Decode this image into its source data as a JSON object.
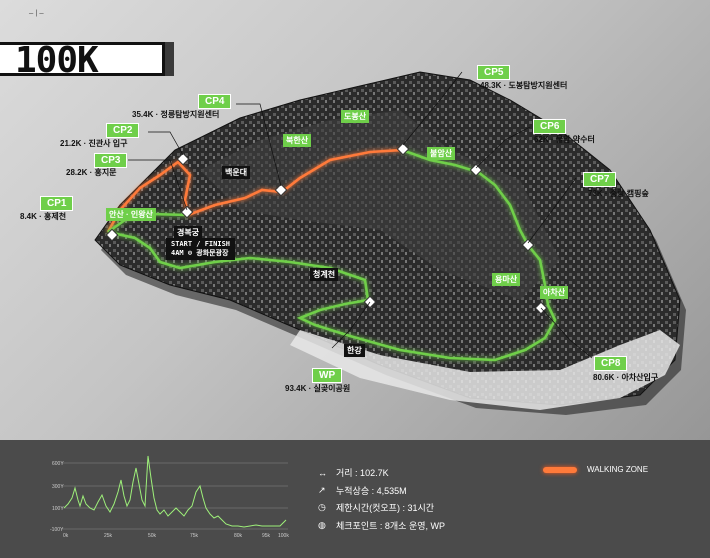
{
  "header": {
    "logo_text": "—|—",
    "title": "100K"
  },
  "checkpoints": [
    {
      "id": "cp1",
      "tag": "CP1",
      "desc": "8.4K · 홍제천"
    },
    {
      "id": "cp2",
      "tag": "CP2",
      "desc": "21.2K · 진관사 입구"
    },
    {
      "id": "cp3",
      "tag": "CP3",
      "desc": "28.2K · 홍지문"
    },
    {
      "id": "cp4",
      "tag": "CP4",
      "desc": "35.4K · 정릉탐방지원센터"
    },
    {
      "id": "cp5",
      "tag": "CP5",
      "desc": "48.3K · 도봉탐방지원센터"
    },
    {
      "id": "cp6",
      "tag": "CP6",
      "desc": "62K · 물암 약수터"
    },
    {
      "id": "cp7",
      "tag": "CP7",
      "desc": "73K · 중랑 캠핑숲"
    },
    {
      "id": "cp8",
      "tag": "CP8",
      "desc": "80.6K · 아차산입구"
    },
    {
      "id": "wp",
      "tag": "WP",
      "desc": "93.4K · 실곶이공원"
    }
  ],
  "places": {
    "ansan": "안산 · 인왕산",
    "gyeongbok": "경복궁",
    "baegundae": "백운대",
    "bukhansan": "북한산",
    "dobongsan": "도봉산",
    "buramsan": "불암산",
    "yongmasan": "용마산",
    "achasan": "아차산",
    "cheonggye": "청계천",
    "hangang": "한강"
  },
  "start": {
    "line1": "START / FINISH",
    "line2": "4AM ⊙ 광화문광장"
  },
  "elevation": {
    "y_labels": [
      "600Y",
      "300Y",
      "100Y",
      "-100Y"
    ],
    "x_labels": [
      "0k",
      "25k",
      "50k",
      "75k",
      "80k",
      "95k",
      "100k"
    ]
  },
  "stats": [
    {
      "icon": "↔",
      "text": "거리 : 102.7K"
    },
    {
      "icon": "↗",
      "text": "누적상승 : 4,535M"
    },
    {
      "icon": "◷",
      "text": "제한시간(컷오프) : 31시간"
    },
    {
      "icon": "◍",
      "text": "체크포인트 : 8개소 운영, WP"
    }
  ],
  "legend": {
    "walking_zone": "WALKING ZONE"
  },
  "colors": {
    "course_green": "#6fcf4a",
    "walking_orange": "#ff7a3a",
    "panel_bg": "#4b4b4b"
  }
}
